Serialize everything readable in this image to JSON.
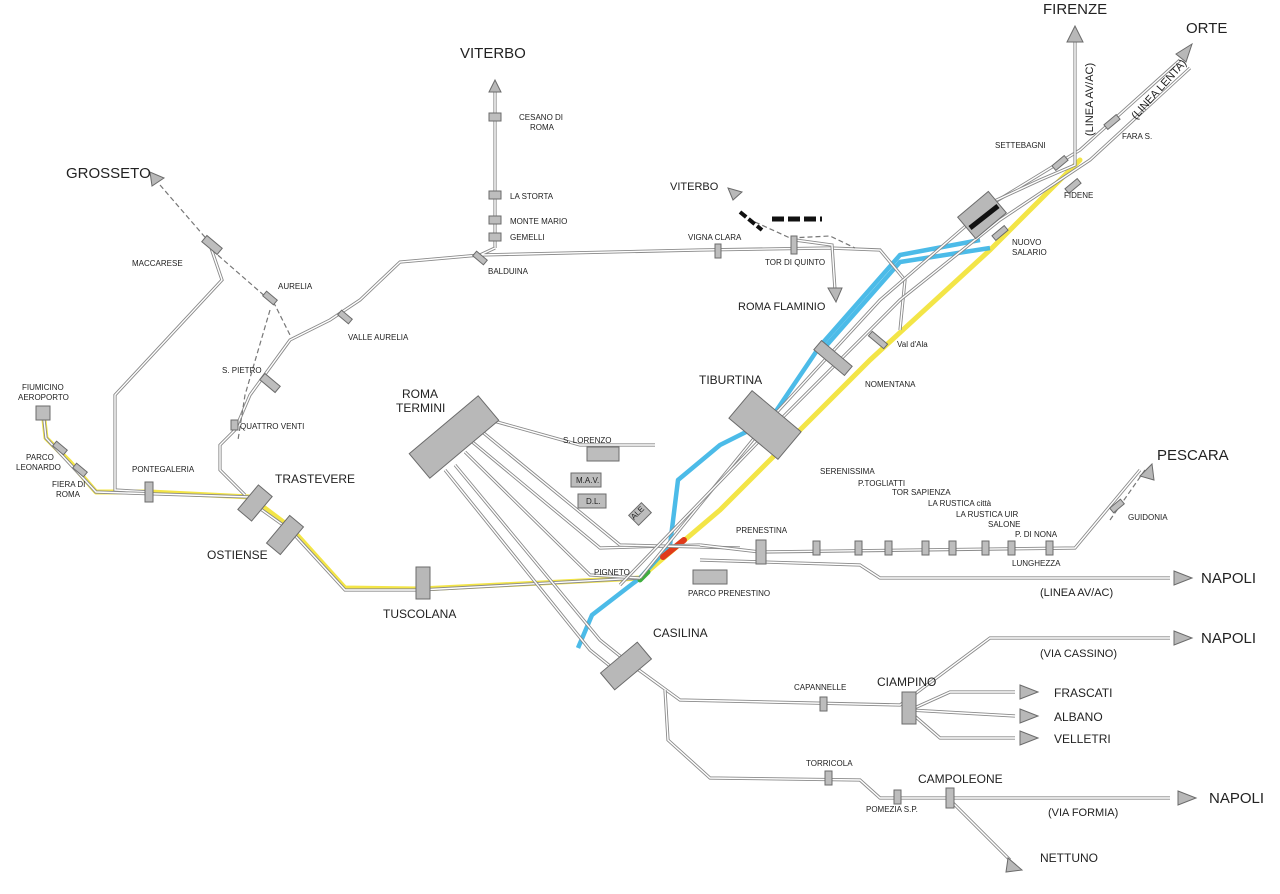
{
  "destinations": {
    "viterbo_top": "VITERBO",
    "firenze": "FIRENZE",
    "orte": "ORTE",
    "grosseto": "GROSSETO",
    "viterbo_mid": "VITERBO",
    "roma_flaminio": "ROMA FLAMINIO",
    "pescara": "PESCARA",
    "napoli_av": "NAPOLI",
    "napoli_cassino": "NAPOLI",
    "frascati": "FRASCATI",
    "albano": "ALBANO",
    "velletri": "VELLETRI",
    "napoli_formia": "NAPOLI",
    "nettuno": "NETTUNO"
  },
  "line_notes": {
    "linea_av_ac_north": "(LINEA AV/AC)",
    "linea_lenta": "(LINEA LENTA)",
    "linea_av_ac_south": "(LINEA AV/AC)",
    "via_cassino": "(VIA CASSINO)",
    "via_formia": "(VIA FORMIA)"
  },
  "hubs": {
    "roma_termini": [
      "ROMA",
      "TERMINI"
    ],
    "tiburtina": "TIBURTINA",
    "trastevere": "TRASTEVERE",
    "ostiense": "OSTIENSE",
    "tuscolana": "TUSCOLANA",
    "casilina": "CASILINA",
    "ciampino": "CIAMPINO",
    "campoleone": "CAMPOLEONE"
  },
  "stations": {
    "cesano": [
      "CESANO DI",
      "ROMA"
    ],
    "la_storta": "LA STORTA",
    "monte_mario": "MONTE MARIO",
    "gemelli": "GEMELLI",
    "balduina": "BALDUINA",
    "vigna_clara": "VIGNA CLARA",
    "tor_di_quinto": "TOR DI QUINTO",
    "settebagni": "SETTEBAGNI",
    "fara_s": "FARA S.",
    "fidene": "FIDENE",
    "nuovo_salario": [
      "NUOVO",
      "SALARIO"
    ],
    "val_d_ala": "Val d'Ala",
    "nomentana": "NOMENTANA",
    "maccarese": "MACCARESE",
    "aurelia": "AURELIA",
    "valle_aurelia": "VALLE AURELIA",
    "s_pietro": "S. PIETRO",
    "quattro_venti": "QUATTRO VENTI",
    "fiumicino": [
      "FIUMICINO",
      "AEROPORTO"
    ],
    "parco_leonardo": [
      "PARCO",
      "LEONARDO"
    ],
    "fiera_di_roma": [
      "FIERA DI",
      "ROMA"
    ],
    "pontegaleria": "PONTEGALERIA",
    "s_lorenzo": "S. LORENZO",
    "mav": "M.A.V.",
    "dl": "D.L.",
    "ale": "ALE",
    "pigneto": "PIGNETO",
    "parco_prenestino": "PARCO PRENESTINO",
    "prenestina": "PRENESTINA",
    "serenissima": "SERENISSIMA",
    "p_togliatti": "P.TOGLIATTI",
    "tor_sapienza": "TOR SAPIENZA",
    "la_rustica_citta": "LA RUSTICA città",
    "la_rustica_uir": "LA RUSTICA UIR",
    "salone": "SALONE",
    "p_di_nona": "P. DI NONA",
    "lunghezza": "LUNGHEZZA",
    "guidonia": "GUIDONIA",
    "capannelle": "CAPANNELLE",
    "torricola": "TORRICOLA",
    "pomezia": "POMEZIA S.P."
  },
  "colors": {
    "track": "#8a8a8a",
    "fr1_yellow": "#f2e233",
    "highlight_blue": "#39b4e6",
    "highlight_red": "#e03a1a",
    "highlight_green": "#3fae3f",
    "box_fill": "#bdbdbd"
  }
}
